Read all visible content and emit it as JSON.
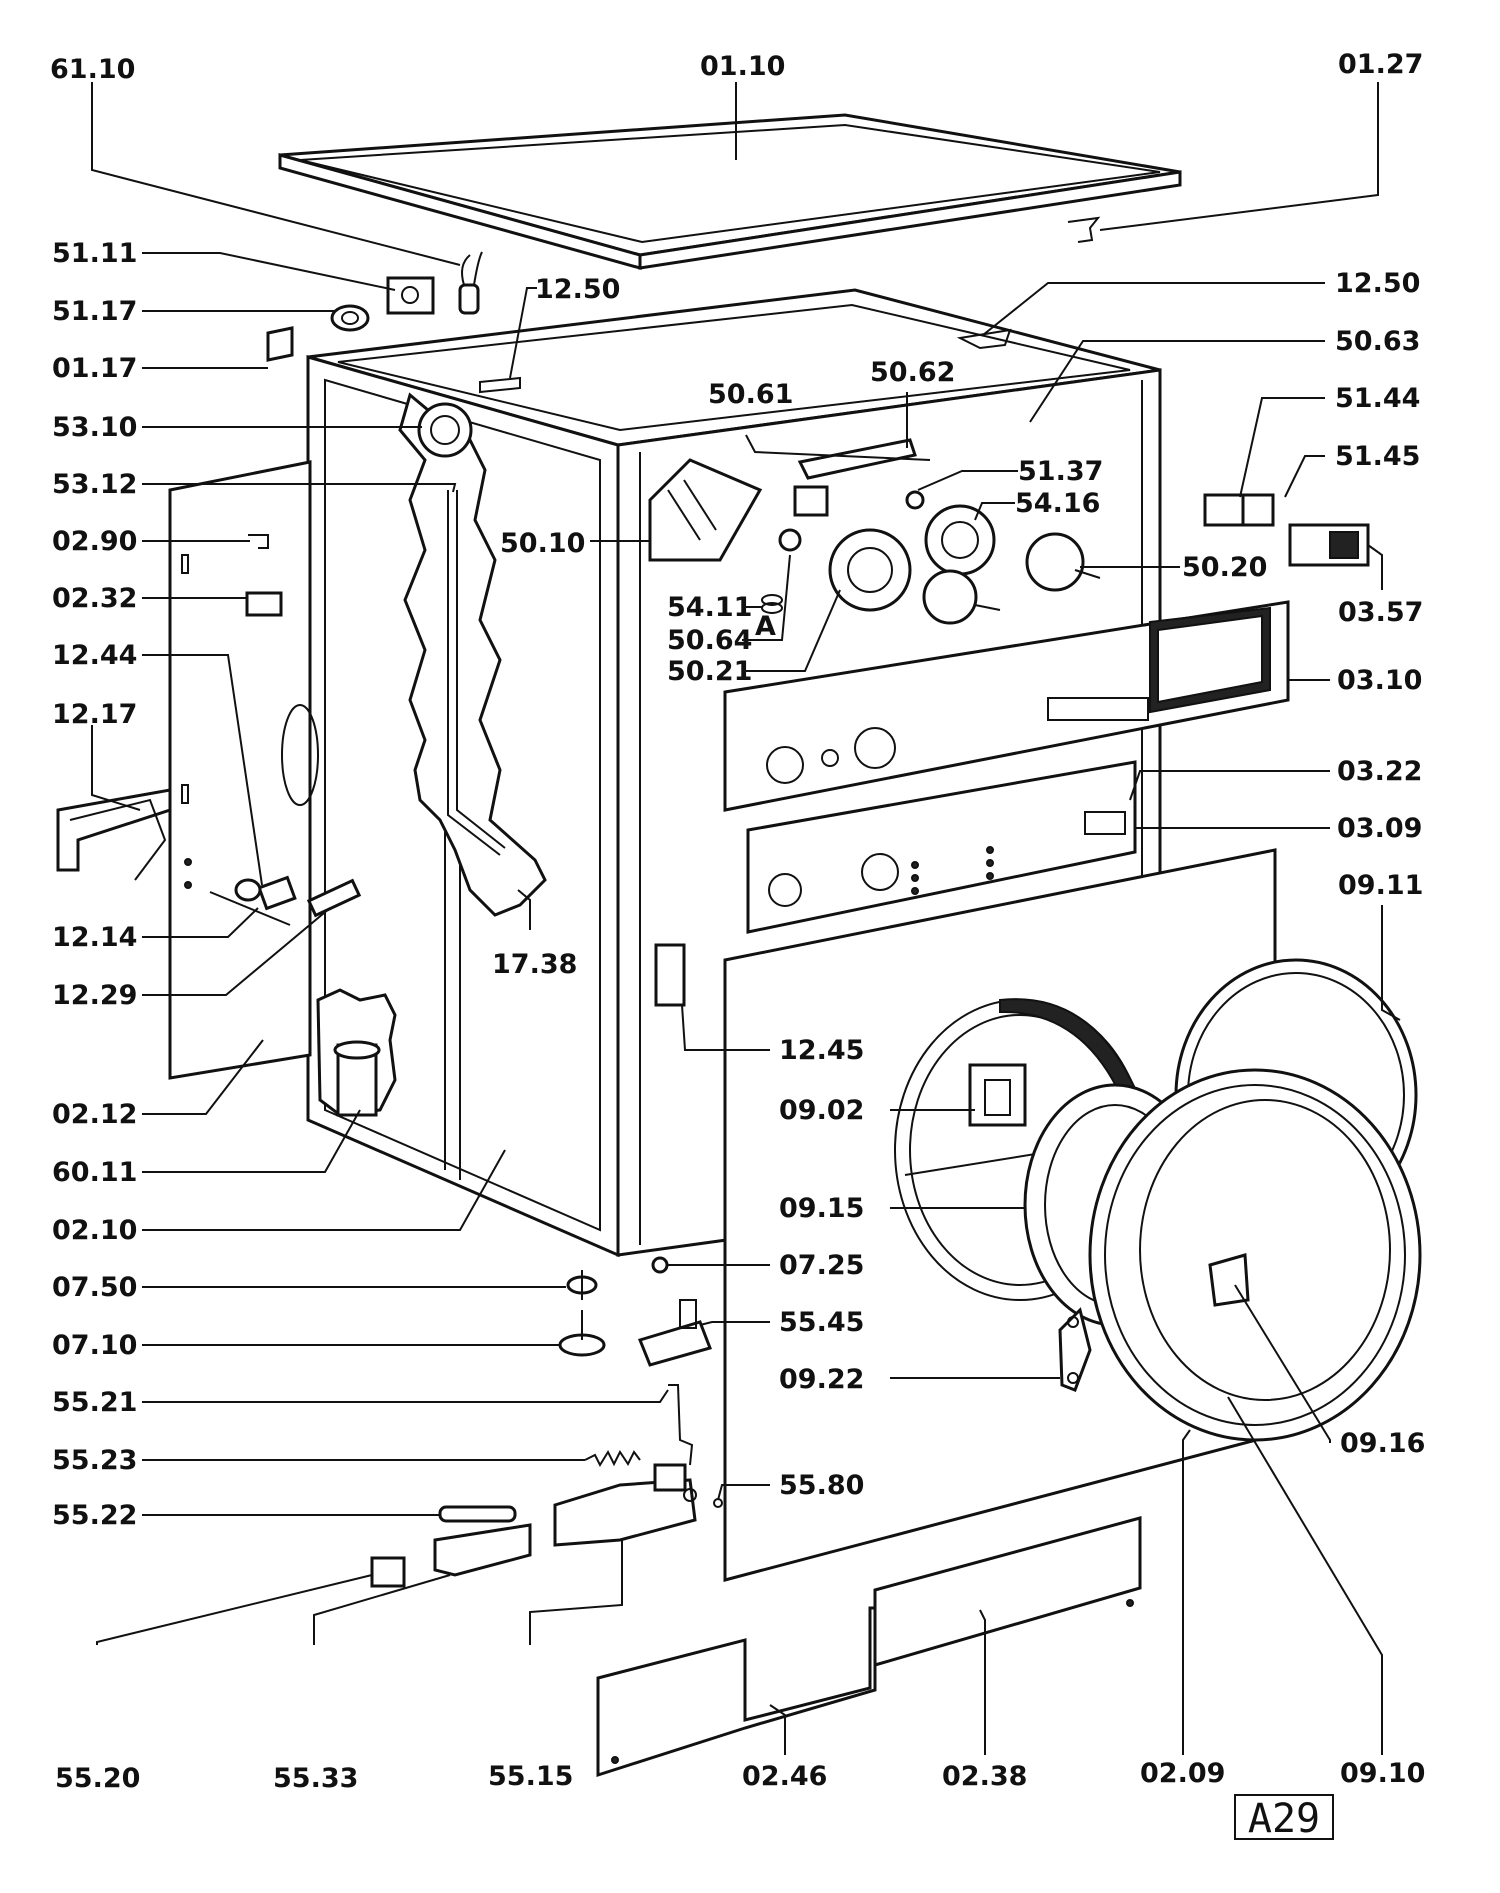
{
  "drawing_ref": "A29",
  "labels": {
    "l6110": "61.10",
    "l0110": "01.10",
    "l0127": "01.27",
    "l5111": "51.11",
    "l5117": "51.17",
    "l0117": "01.17",
    "l1250a": "12.50",
    "l1250b": "12.50",
    "l5063": "50.63",
    "l5310": "53.10",
    "l5312": "53.12",
    "l0290": "02.90",
    "l0232": "02.32",
    "l1244": "12.44",
    "l1217": "12.17",
    "l1214": "12.14",
    "l1229": "12.29",
    "l0212": "02.12",
    "l6011": "60.11",
    "l0210": "02.10",
    "l0750": "07.50",
    "l0710": "07.10",
    "l5521": "55.21",
    "l5523": "55.23",
    "l5522": "55.22",
    "l5520": "55.20",
    "l5533": "55.33",
    "l5515": "55.15",
    "l5061": "50.61",
    "l5062": "50.62",
    "l5010": "50.10",
    "l5137": "51.37",
    "l5416": "54.16",
    "l5411": "54.11",
    "l5064": "50.64",
    "l5021": "50.21",
    "l5020": "50.20",
    "l5144": "51.44",
    "l5145": "51.45",
    "l0357": "03.57",
    "l0310": "03.10",
    "l0322": "03.22",
    "l0309": "03.09",
    "l0911": "09.11",
    "l1738": "17.38",
    "l1245": "12.45",
    "l0902": "09.02",
    "l0915": "09.15",
    "l0725": "07.25",
    "l5545": "55.45",
    "l0922": "09.22",
    "l5580": "55.80",
    "l0916": "09.16",
    "l0246": "02.46",
    "l0238": "02.38",
    "l0209": "02.09",
    "l0910": "09.10",
    "detail_a": "A"
  }
}
